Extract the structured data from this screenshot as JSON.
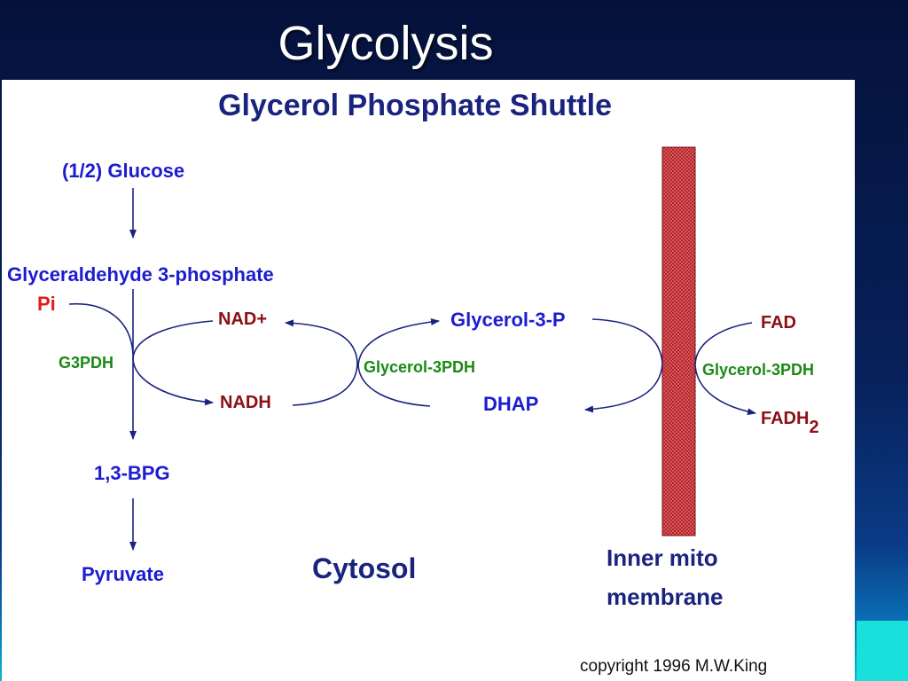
{
  "slide": {
    "title": "Glycolysis"
  },
  "diagram": {
    "title": "Glycerol Phosphate Shuttle",
    "nodes": {
      "glucose": "(1/2) Glucose",
      "g3p": "Glyceraldehyde 3-phosphate",
      "pi": "Pi",
      "g3pdh": "G3PDH",
      "nad_plus": "NAD+",
      "nadh": "NADH",
      "bpg": "1,3-BPG",
      "pyruvate": "Pyruvate",
      "glycerol3p": "Glycerol-3-P",
      "glycerol3pdh_cyto": "Glycerol-3PDH",
      "dhap": "DHAP",
      "fad": "FAD",
      "glycerol3pdh_mito": "Glycerol-3PDH",
      "fadh": "FADH",
      "fadh_sub": "2"
    },
    "region_label": "Cytosol",
    "membrane_label_line1": "Inner mito",
    "membrane_label_line2": "membrane",
    "copyright": "copyright 1996 M.W.King"
  },
  "colors": {
    "blue_text": "#1c1cd0",
    "red_text": "#e01b1b",
    "maroon_text": "#8b0f14",
    "green_text": "#1a8a14",
    "membrane": "#a01e22"
  }
}
